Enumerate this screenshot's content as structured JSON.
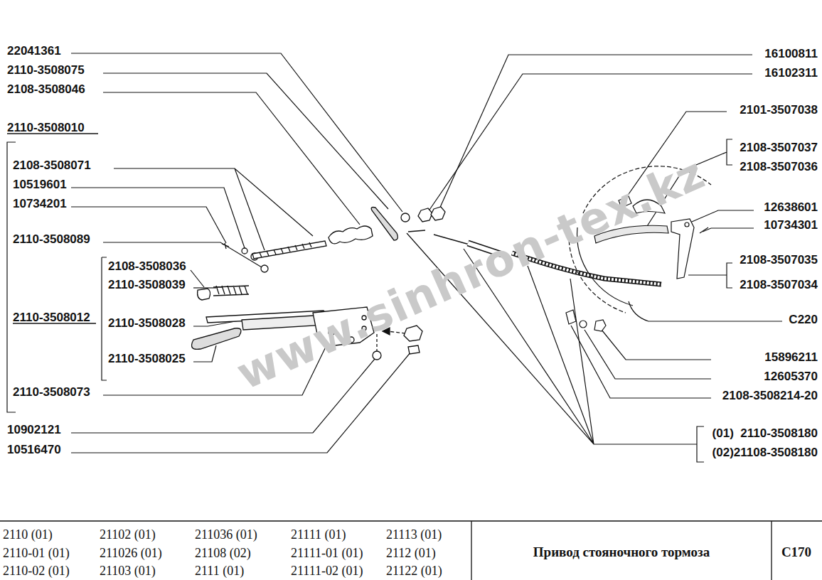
{
  "diagram": {
    "title": "Привод стояночного тормоза",
    "labels": [
      "22041361",
      "2110-3508075",
      "2108-3508046",
      "2110-3508010",
      "2108-3508071",
      "10519601",
      "10734201",
      "2110-3508089",
      "2108-3508036",
      "2110-3508039",
      "2110-3508012",
      "2110-3508028",
      "2110-3508025",
      "2110-3508073",
      "10902121",
      "10516470",
      "16100811",
      "16102311",
      "2101-3507038",
      "2108-3507037",
      "2108-3507036",
      "12638601",
      "10734301",
      "2108-3507035",
      "2108-3507034",
      "C220",
      "15896211",
      "12605370",
      "2108-3508214-20",
      "(01)  2110-3508180",
      "(02)21108-3508180",
      "www.sinhron-tex.kz",
      "2110 (01)",
      "21102 (01)",
      "211036 (01)",
      "21111 (01)",
      "21113 (01)",
      "2110-01 (01)",
      "211026 (01)",
      "21108 (02)",
      "21111-01 (01)",
      "2112 (01)",
      "2110-02 (01)",
      "21103 (01)",
      "2111 (01)",
      "21111-02 (01)",
      "21122 (01)",
      "C170"
    ]
  }
}
